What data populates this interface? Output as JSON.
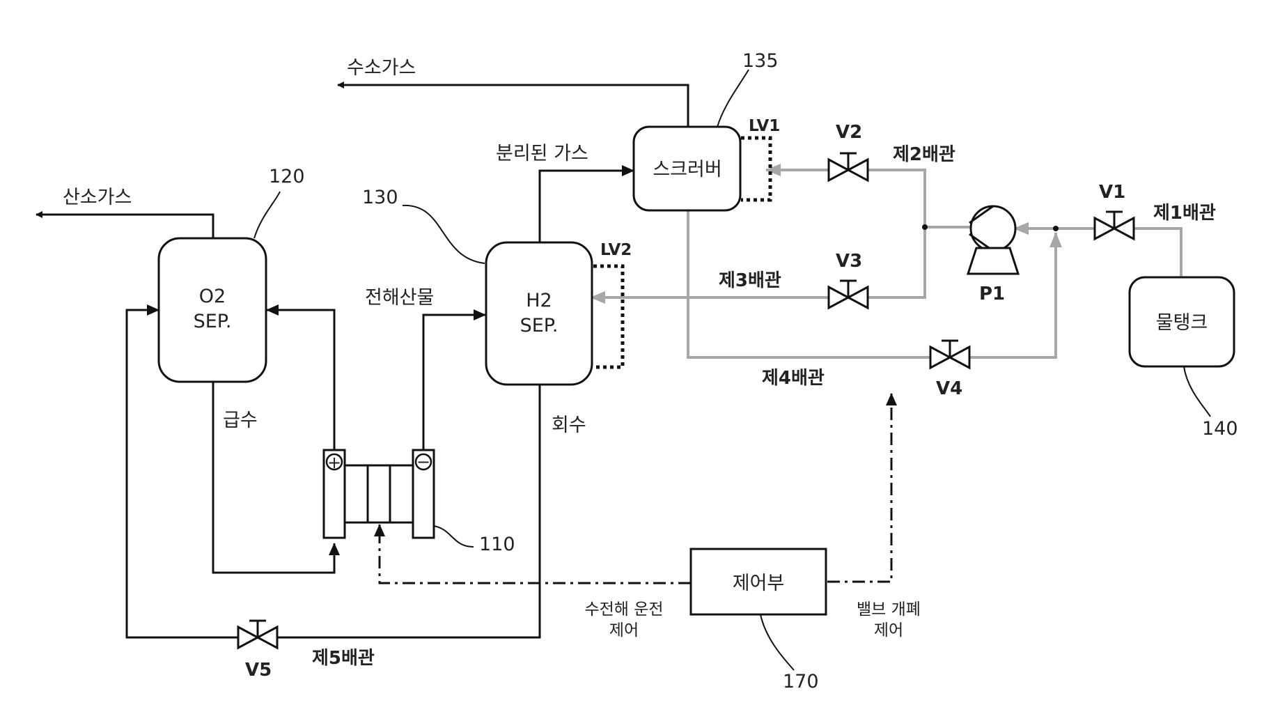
{
  "labels": {
    "hydrogen_gas": "수소가스",
    "oxygen_gas": "산소가스",
    "separated_gas": "분리된 가스",
    "electrolyte": "전해산물",
    "water_supply": "급수",
    "recovery": "회수",
    "ref_135": "135",
    "ref_120": "120",
    "ref_130": "130",
    "ref_110": "110",
    "ref_140": "140",
    "ref_170": "170",
    "lv1": "LV1",
    "lv2": "LV2",
    "v1": "V1",
    "v2": "V2",
    "v3": "V3",
    "v4": "V4",
    "v5": "V5",
    "p1": "P1",
    "pipe1": "제1배관",
    "pipe2": "제2배관",
    "pipe3": "제3배관",
    "pipe4": "제4배관",
    "pipe5": "제5배관",
    "op_control_1": "수전해 운전",
    "op_control_2": "제어",
    "valve_control_1": "밸브 개폐",
    "valve_control_2": "제어"
  },
  "boxes": {
    "scrubber": "스크러버",
    "o2_sep_1": "O2",
    "o2_sep_2": "SEP.",
    "h2_sep_1": "H2",
    "h2_sep_2": "SEP.",
    "water_tank": "물탱크",
    "controller": "제어부"
  },
  "stack_symbols": {
    "plus": "+",
    "minus": "−"
  }
}
